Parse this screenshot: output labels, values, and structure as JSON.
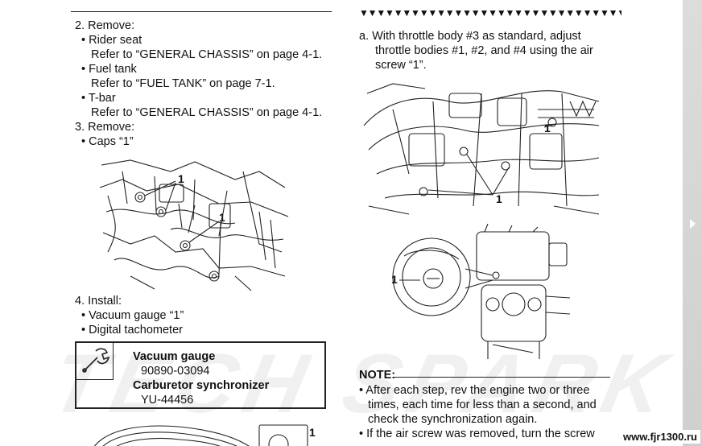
{
  "left_column": {
    "step2": "2. Remove:",
    "items": [
      {
        "bullet": "•",
        "label": "Rider seat",
        "ref": "Refer to “GENERAL CHASSIS” on page 4-1."
      },
      {
        "bullet": "•",
        "label": "Fuel tank",
        "ref": "Refer to “FUEL TANK” on page 7-1."
      },
      {
        "bullet": "•",
        "label": "T-bar",
        "ref": "Refer to “GENERAL CHASSIS” on page 4-1."
      }
    ],
    "step3": "3. Remove:",
    "caps": "• Caps “1”",
    "fig1_callouts": [
      "1",
      "1"
    ],
    "step4": "4. Install:",
    "install_items": [
      "• Vacuum gauge “1”",
      "• Digital tachometer"
    ],
    "tool_box": {
      "line1": "Vacuum gauge",
      "line2": "90890-03094",
      "line3": "Carburetor synchronizer",
      "line4": "YU-44456",
      "icon": "wrench-icon"
    },
    "fig3_callout": "1"
  },
  "right_column": {
    "triangle_row": "▼▼▼▼▼▼▼▼▼▼▼▼▼▼▼▼▼▼▼▼▼▼▼▼▼▼▼▼▼▼▼▼▼▼▼▼▼▼▼",
    "step_a_lines": [
      "a. With throttle body #3 as standard, adjust",
      "throttle bodies #1, #2, and #4 using the air",
      "screw “1”."
    ],
    "fig2_callouts": [
      "1",
      "1"
    ],
    "fig4_callout": "1",
    "note_label": "NOTE:",
    "note_lines": [
      "• After each step, rev the engine two or three",
      "times, each time for less than a second, and",
      "check the synchronization again.",
      "• If the air screw was removed, turn the screw"
    ]
  },
  "watermark": "TECH SPARK",
  "url": "www.fjr1300.ru",
  "side_arrow": "chevron-right-icon"
}
